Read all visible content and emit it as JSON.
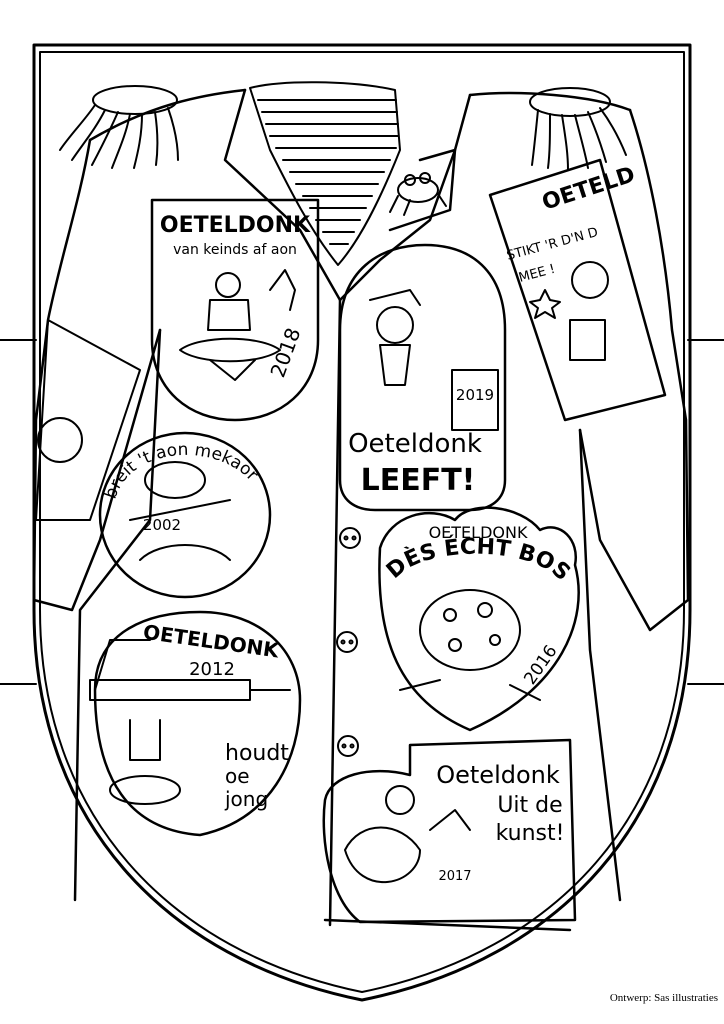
{
  "patches": {
    "p2018": {
      "title": "OETELDONK",
      "subtitle": "van keinds af aon",
      "year": "2018"
    },
    "p2019": {
      "year": "2019",
      "title": "Oeteldonk",
      "big": "LEEFT!"
    },
    "p2002": {
      "arc": "breit 't aon mekaor",
      "year": "2002"
    },
    "p2016": {
      "top": "OETELDONK",
      "arc": "DÈS ÉCHT BOSCH",
      "year": "2016"
    },
    "p2012": {
      "title": "OETELDONK",
      "year": "2012",
      "line1": "houdt",
      "line2": "oe",
      "line3": "jong"
    },
    "p2017": {
      "line1": "Oeteldonk",
      "line2": "Uit de",
      "line3": "kunst!",
      "year": "2017"
    },
    "ribbon": {
      "title": "OETELD",
      "line1": "STIKT 'R D'N D",
      "line2": "MEE !"
    }
  },
  "credit": "Ontwerp: Sas illustraties",
  "colors": {
    "line": "#000000",
    "paper": "#ffffff"
  }
}
